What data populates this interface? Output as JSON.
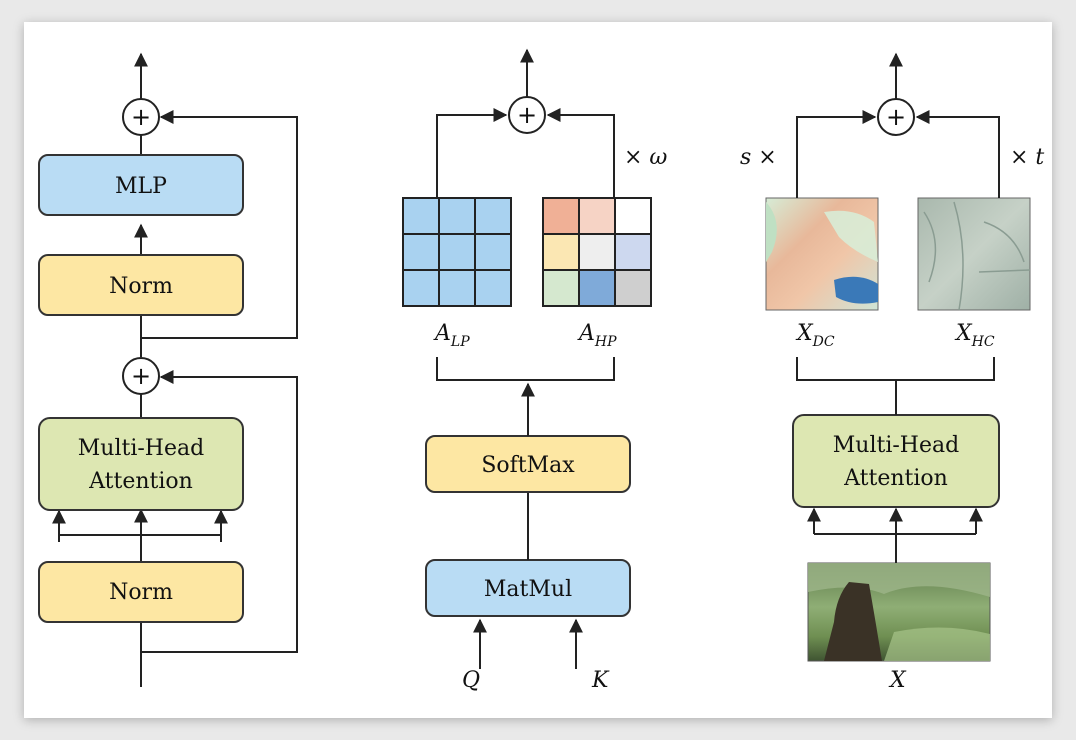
{
  "left_block": {
    "top_box": "MLP",
    "upper_norm": "Norm",
    "attention_line1": "Multi-Head",
    "attention_line2": "Attention",
    "lower_norm": "Norm",
    "plus_symbol": "+"
  },
  "middle_block": {
    "matmul": "MatMul",
    "softmax": "SoftMax",
    "input_q": "Q",
    "input_k": "K",
    "a_lp_base": "A",
    "a_lp_sub": "LP",
    "a_hp_base": "A",
    "a_hp_sub": "HP",
    "scale": "× ω",
    "plus_symbol": "+",
    "lp_color": "#a9d2f0",
    "hp_colors": [
      "#f0b096",
      "#f6d3c5",
      "#ffffff",
      "#fbe7b3",
      "#eeeeee",
      "#cdd8ef",
      "#d5e8cf",
      "#7faad9",
      "#cfcfcf"
    ]
  },
  "right_block": {
    "attention_line1": "Multi-Head",
    "attention_line2": "Attention",
    "input_x": "X",
    "x_dc_base": "X",
    "x_dc_sub": "DC",
    "x_hc_base": "X",
    "x_hc_sub": "HC",
    "scale_s": "s ×",
    "scale_t": "× t",
    "plus_symbol": "+"
  },
  "colors": {
    "mlp_blue": "#b9dcf4",
    "norm_yellow": "#fde7a3",
    "attention_green": "#dde7b2",
    "box_stroke": "#333333"
  }
}
